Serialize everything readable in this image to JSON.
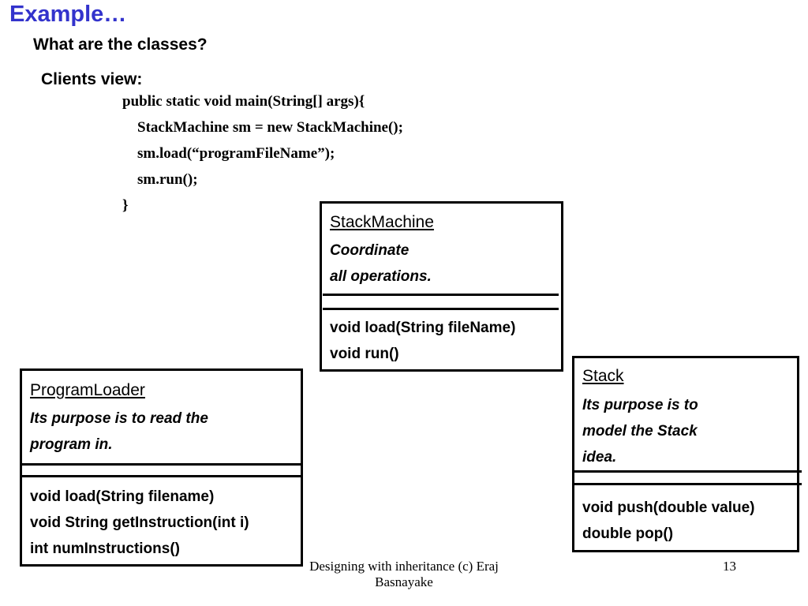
{
  "slide": {
    "title": "Example…",
    "question": "What are the classes?",
    "clients_view_label": "Clients view:"
  },
  "code": {
    "lines": [
      "public static void main(String[] args){",
      "    StackMachine sm = new StackMachine();",
      "    sm.load(“programFileName”);",
      "    sm.run();",
      "}"
    ]
  },
  "classes": {
    "stack_machine": {
      "name": "StackMachine",
      "description": [
        "Coordinate",
        "all operations."
      ],
      "operations": [
        "void load(String fileName)",
        "void run()"
      ]
    },
    "program_loader": {
      "name": "ProgramLoader",
      "description": [
        "Its purpose is to read the",
        "program in."
      ],
      "operations": [
        "void load(String filename)",
        "void String getInstruction(int i)",
        "int numInstructions()"
      ]
    },
    "stack": {
      "name": "Stack",
      "description": [
        "Its purpose is to",
        "model the Stack",
        "idea."
      ],
      "operations": [
        "void push(double value)",
        "double pop()"
      ]
    }
  },
  "footer": {
    "credit_line1": "Designing with inheritance (c) Eraj",
    "credit_line2": "Basnayake",
    "page_number": "13"
  },
  "colors": {
    "title": "#3333cc"
  }
}
